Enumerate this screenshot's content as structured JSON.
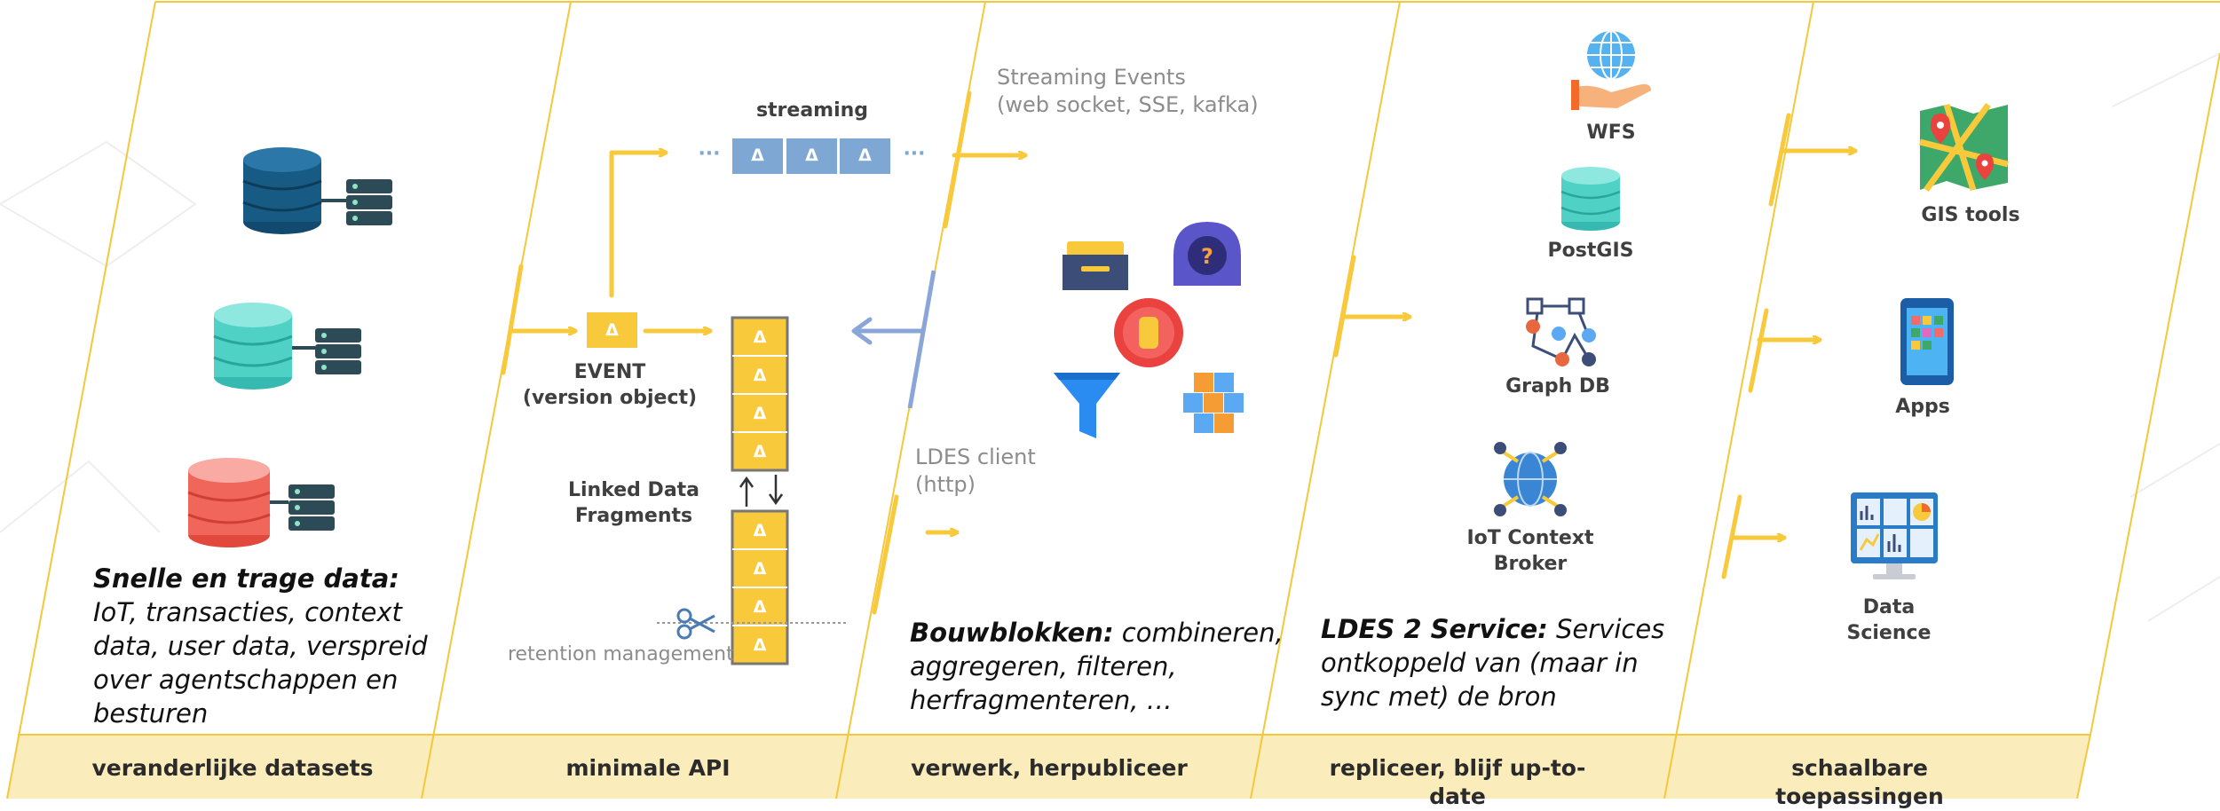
{
  "bands": [
    "veranderlijke datasets",
    "minimale API",
    "verwerk, herpubliceer",
    "repliceer, blijf up-to-date",
    "schaalbare toepassingen"
  ],
  "col1": {
    "desc_bold": "Snelle en trage data:",
    "desc_lines": [
      "IoT, transacties, context",
      "data, user data, verspreid",
      "over agentschappen en",
      "besturen"
    ]
  },
  "col2": {
    "streaming": "streaming",
    "ellipsis": "···",
    "delta": "Δ",
    "event_line1": "EVENT",
    "event_line2": "(version object)",
    "ldf_line1": "Linked Data",
    "ldf_line2": "Fragments",
    "retention": "retention management"
  },
  "col3": {
    "streaming_events_line1": "Streaming Events",
    "streaming_events_line2": "(web socket, SSE, kafka)",
    "ldes_client_line1": "LDES client",
    "ldes_client_line2": "(http)",
    "desc_bold": "Bouwblokken:",
    "desc_line1": " combineren,",
    "desc_line2": "aggregeren, filteren,",
    "desc_line3": "herfragmenteren, …"
  },
  "col4": {
    "wfs": "WFS",
    "postgis": "PostGIS",
    "graphdb": "Graph DB",
    "iot_line1": "IoT Context",
    "iot_line2": "Broker",
    "desc_bold": "LDES 2 Service:",
    "desc_line1": " Services",
    "desc_line2": "ontkoppeld van (maar in",
    "desc_line3": "sync met) de bron"
  },
  "col5": {
    "gis": "GIS tools",
    "apps": "Apps",
    "ds_line1": "Data",
    "ds_line2": "Science"
  },
  "colors": {
    "yellow": "#f8c93b",
    "band_fill": "#fbecbc",
    "border": "#f5c73b",
    "delta_blue": "#7ea8d3",
    "blue_arrow": "#8aa6d8"
  }
}
